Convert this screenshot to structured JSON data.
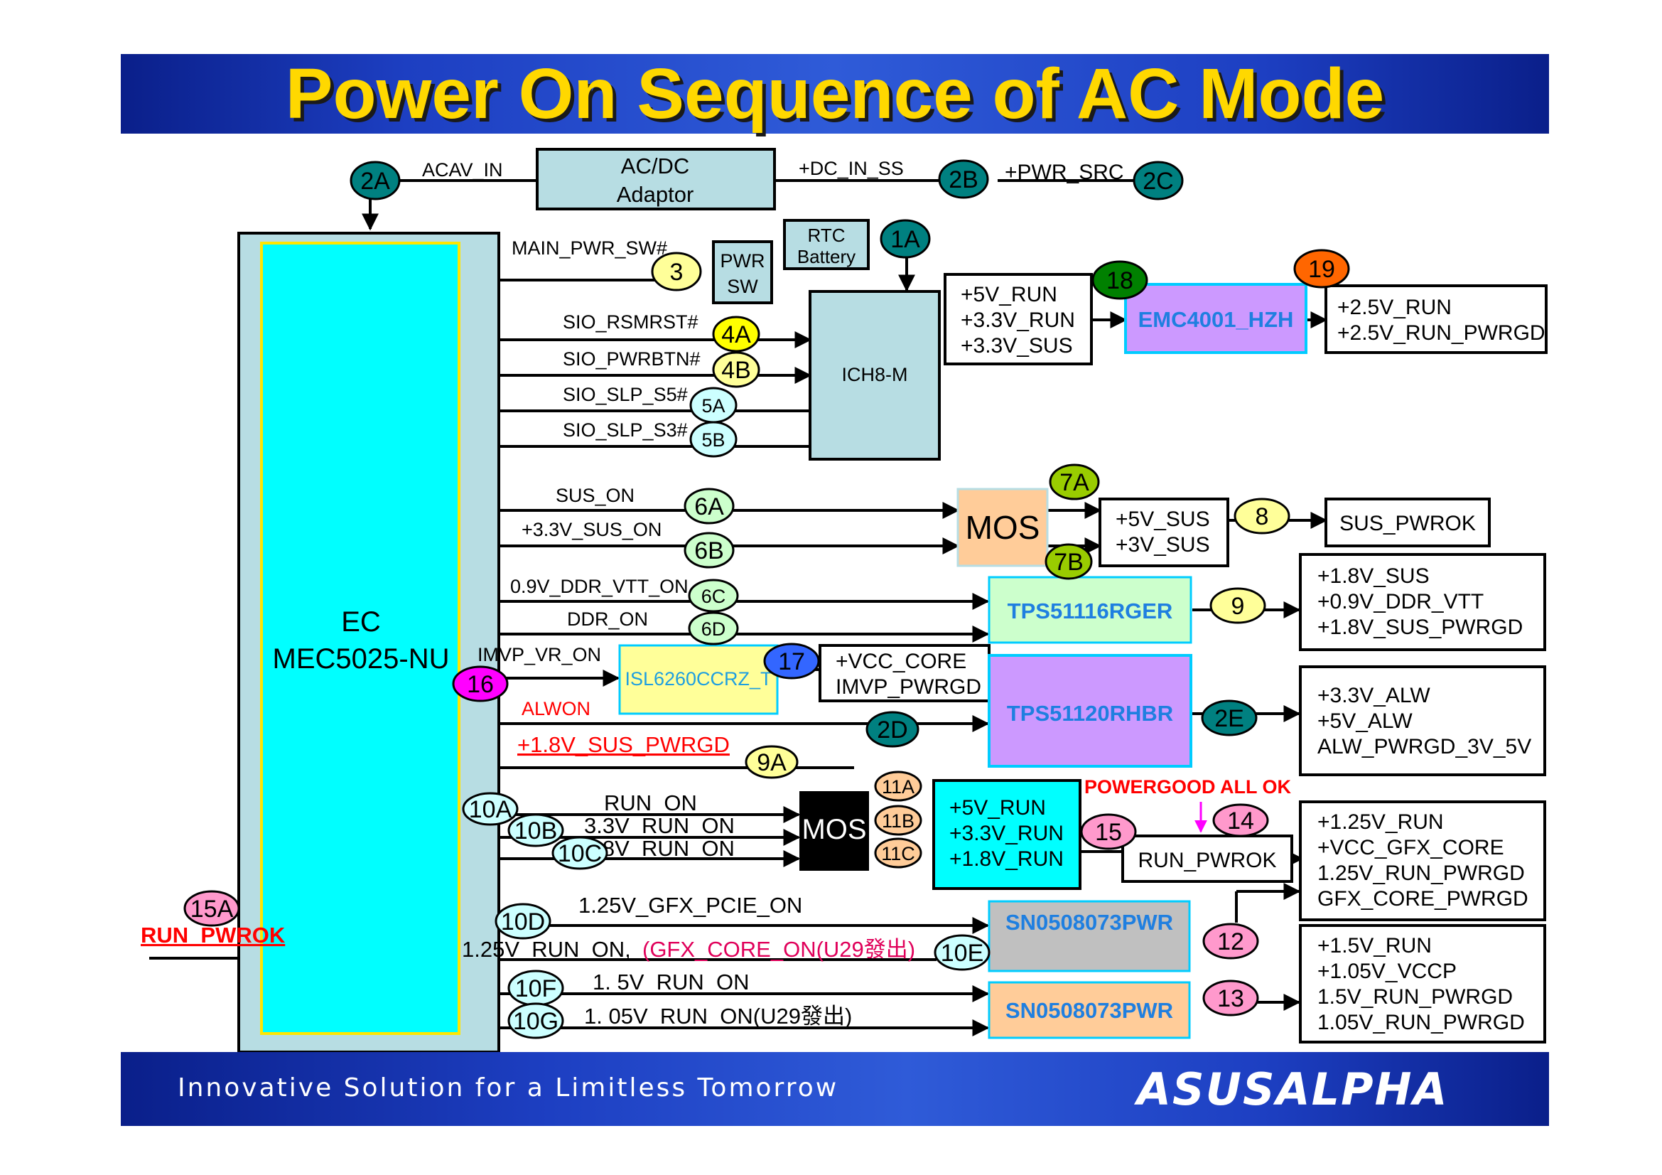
{
  "title": "Power On Sequence of AC Mode",
  "footer": {
    "tagline": "Innovative Solution for a Limitless Tomorrow",
    "logo": "ASUSALPHA"
  },
  "colors": {
    "header_title": "#ffd800",
    "ec_inner": "#00ffff",
    "ec_outer": "#b7dde3",
    "node_teal": "#008080",
    "node_yellow": "#ffff99",
    "node_lightyellow": "#ffff00",
    "node_lightcyan": "#ccffff",
    "node_green": "#ccffcc",
    "node_darkgreen": "#008000",
    "node_lime": "#99cc00",
    "node_orange": "#ff6600",
    "node_magenta": "#ff00ff",
    "node_blue": "#3366ff",
    "node_peach": "#ffcc99",
    "node_pink": "#ff99cc",
    "chip_purple": "#cc99ff",
    "chip_lightgreen": "#ccffcc",
    "chip_gray": "#c0c0c0",
    "chip_peach": "#ffcc99",
    "chip_yellow": "#ffff99",
    "red_text": "#ff0000",
    "crimson_text": "#e0005a"
  },
  "blocks": {
    "acdc": [
      "AC/DC",
      "Adaptor"
    ],
    "rtc": [
      "RTC",
      "Battery"
    ],
    "pwrsw": [
      "PWR",
      "SW"
    ],
    "ich": "ICH8-M",
    "ec": [
      "EC",
      "MEC5025-NU"
    ],
    "mos1": "MOS",
    "mos2": "MOS",
    "emc": "EMC4001_HZH",
    "tps1": "TPS51116RGER",
    "tps2": "TPS51120RHBR",
    "isl": "ISL6260CCRZ_T",
    "sn1": "SN0508073PWR",
    "sn2": "SN0508073PWR",
    "sus_pwrok": "SUS_PWROK",
    "run_pwrok_box": "RUN_PWROK"
  },
  "rail_groups": {
    "run18": [
      "+5V_RUN",
      "+3.3V_RUN",
      "+3.3V_SUS"
    ],
    "out19": [
      "+2.5V_RUN",
      "+2.5V_RUN_PWRGD"
    ],
    "sus7": [
      "+5V_SUS",
      "+3V_SUS"
    ],
    "out9": [
      "+1.8V_SUS",
      "+0.9V_DDR_VTT",
      "+1.8V_SUS_PWRGD"
    ],
    "vcc17": [
      "+VCC_CORE",
      "IMVP_PWRGD"
    ],
    "alw": [
      "+3.3V_ALW",
      "+5V_ALW",
      "ALW_PWRGD_3V_5V"
    ],
    "run11": [
      "+5V_RUN",
      "+3.3V_RUN",
      "+1.8V_RUN"
    ],
    "out12": [
      "+1.25V_RUN",
      "+VCC_GFX_CORE",
      "1.25V_RUN_PWRGD",
      "GFX_CORE_PWRGD"
    ],
    "out13": [
      "+1.5V_RUN",
      "+1.05V_VCCP",
      "1.5V_RUN_PWRGD",
      "1.05V_RUN_PWRGD"
    ]
  },
  "signals": {
    "acav_in": "ACAV_IN",
    "dc_in_ss": "+DC_IN_SS",
    "pwr_src": "+PWR_SRC",
    "main_pwr_sw": "MAIN_PWR_SW#",
    "sio_rsmrst": "SIO_RSMRST#",
    "sio_pwrbtn": "SIO_PWRBTN#",
    "sio_slp_s5": "SIO_SLP_S5#",
    "sio_slp_s3": "SIO_SLP_S3#",
    "sus_on": "SUS_ON",
    "sus_on_33": "+3.3V_SUS_ON",
    "ddr_vtt_on": "0.9V_DDR_VTT_ON",
    "ddr_on": "DDR_ON",
    "imvp_vr_on": "IMVP_VR_ON",
    "alwon": "ALWON",
    "sus_pwrgd": "+1.8V_SUS_PWRGD",
    "run_on": "RUN_ON",
    "run_on_33": "3.3V_RUN_ON",
    "run_on_18": "1.8V_RUN_ON",
    "gfx_pcie_on": "1.25V_GFX_PCIE_ON",
    "run_on_125_a": "1.25V_RUN_ON,",
    "run_on_125_b": "(GFX_CORE_ON(U29發出)",
    "run_on_15": "1. 5V_RUN_ON",
    "run_on_105": "1. 05V_RUN_ON(U29發出)",
    "run_pwrok_in": "RUN_PWROK",
    "powergood_all_ok": "POWERGOOD ALL OK"
  },
  "nodes": {
    "n1A": "1A",
    "n2A": "2A",
    "n2B": "2B",
    "n2C": "2C",
    "n2D": "2D",
    "n2E": "2E",
    "n3": "3",
    "n4A": "4A",
    "n4B": "4B",
    "n5A": "5A",
    "n5B": "5B",
    "n6A": "6A",
    "n6B": "6B",
    "n6C": "6C",
    "n6D": "6D",
    "n7A": "7A",
    "n7B": "7B",
    "n8": "8",
    "n9": "9",
    "n9A": "9A",
    "n10A": "10A",
    "n10B": "10B",
    "n10C": "10C",
    "n10D": "10D",
    "n10E": "10E",
    "n10F": "10F",
    "n10G": "10G",
    "n11A": "11A",
    "n11B": "11B",
    "n11C": "11C",
    "n12": "12",
    "n13": "13",
    "n14": "14",
    "n15": "15",
    "n15A": "15A",
    "n16": "16",
    "n17": "17",
    "n18": "18",
    "n19": "19"
  }
}
